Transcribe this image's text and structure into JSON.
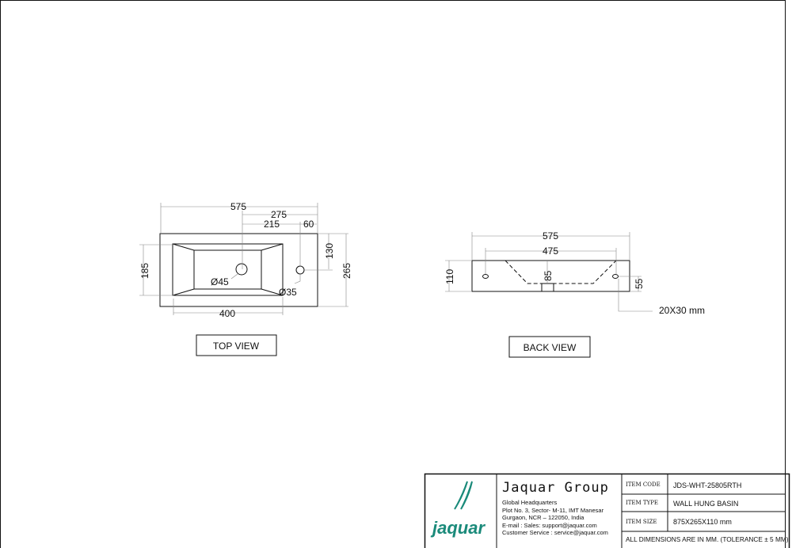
{
  "top_view": {
    "label": "TOP VIEW",
    "dims": {
      "overall_length": "575",
      "to_drain": "275",
      "drain_to_tap": "215",
      "tap_offset": "60",
      "tap_depth": "130",
      "overall_depth": "265",
      "bowl_depth": "185",
      "bowl_length": "400",
      "drain_dia": "Ø45",
      "tap_dia": "Ø35"
    }
  },
  "back_view": {
    "label": "BACK VIEW",
    "dims": {
      "overall_length": "575",
      "hole_spacing": "475",
      "height": "110",
      "bowl_depth": "85",
      "hole_height": "55",
      "slot": "20X30 mm"
    }
  },
  "title_block": {
    "logo_text": "jaquar",
    "company": "Jaquar Group",
    "address": [
      "Global Headquarters",
      "Plot No. 3, Sector- M-11, IMT Manesar",
      "Gurgaon, NCR – 122050, India",
      "E-mail : Sales: support@jaquar.com",
      "Customer Service : service@jaquar.com"
    ],
    "rows": [
      {
        "label": "ITEM CODE",
        "value": "JDS-WHT-25805RTH"
      },
      {
        "label": "ITEM TYPE",
        "value": "WALL HUNG BASIN"
      },
      {
        "label": "ITEM SIZE",
        "value": "875X265X110 mm"
      }
    ],
    "note": "ALL DIMENSIONS ARE IN MM. (TOLERANCE ± 5 MM)",
    "brand_color": "#1a8a7a"
  }
}
